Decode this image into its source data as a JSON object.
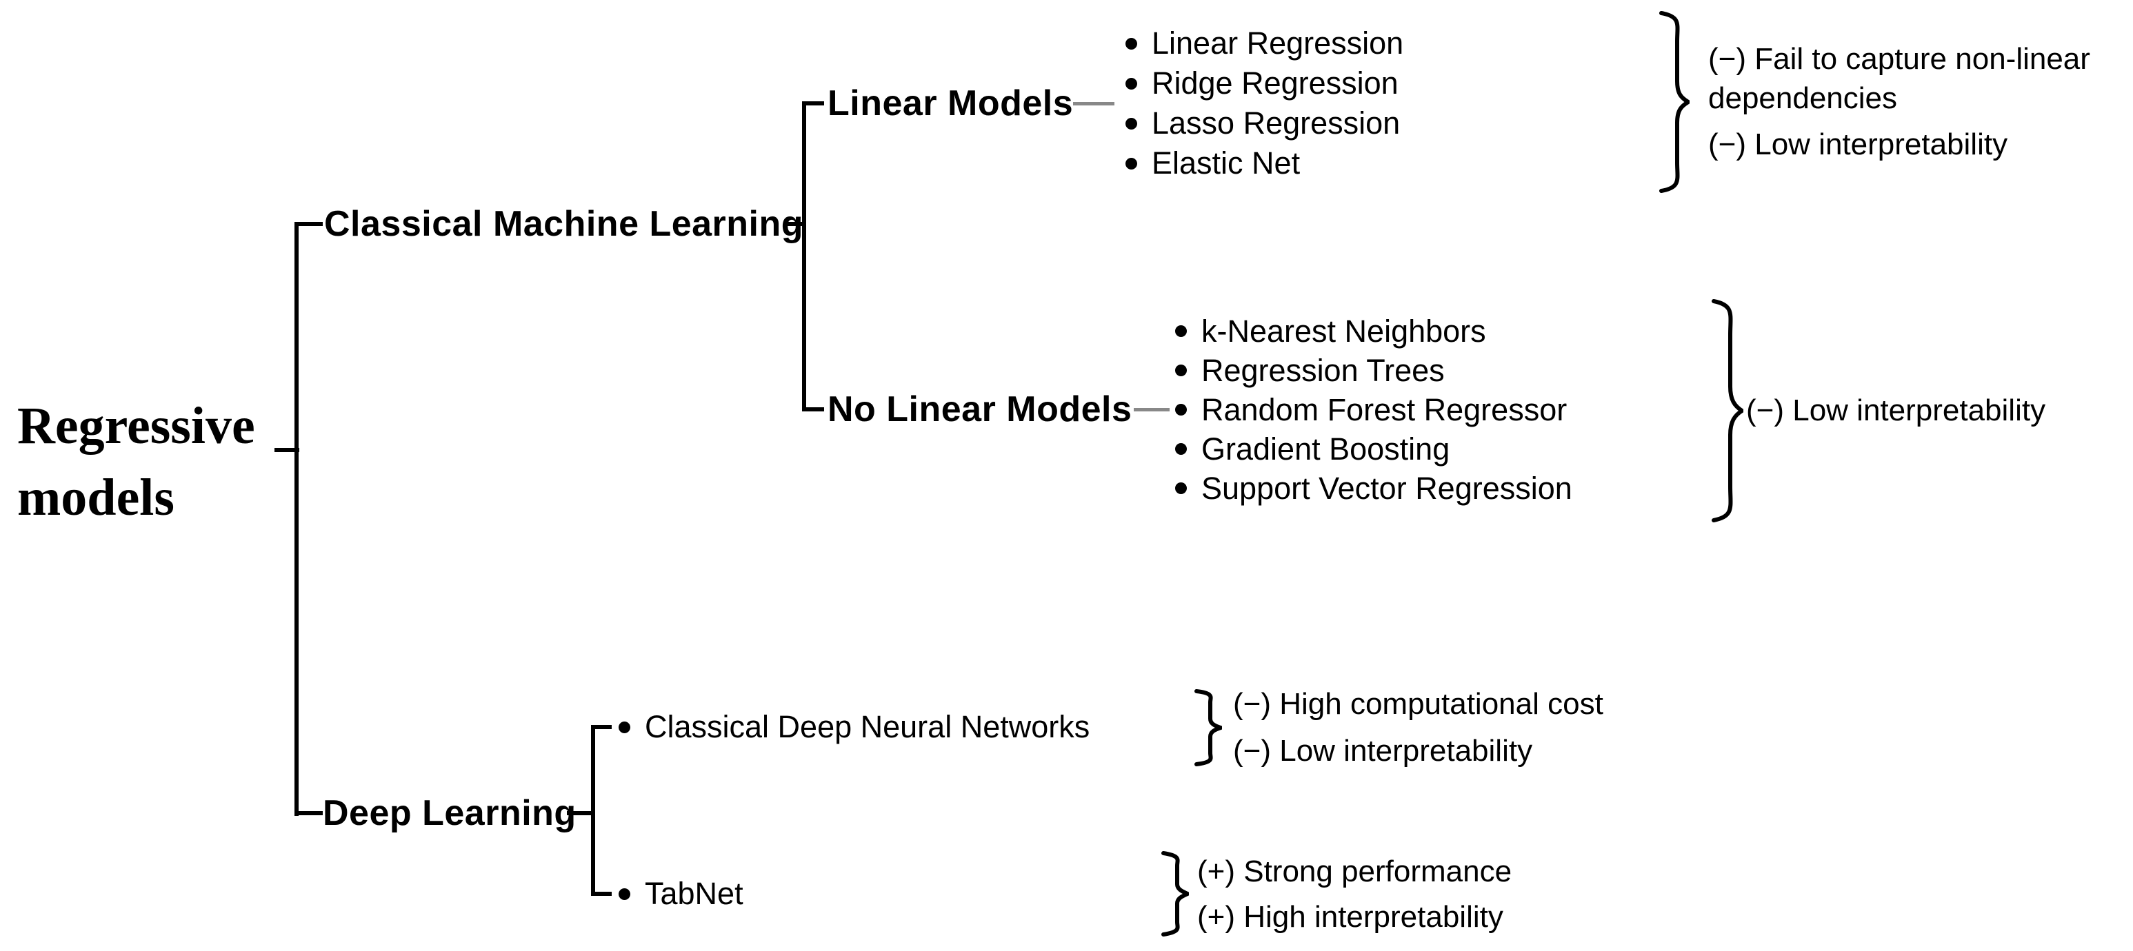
{
  "root": {
    "line1": "Regressive",
    "line2": "models"
  },
  "colors": {
    "tree_line": "#000000",
    "label_connector_dash": "#888888",
    "text": "#000000",
    "background": "#ffffff"
  },
  "classical": {
    "label": "Classical Machine Learning",
    "linear": {
      "label": "Linear Models",
      "items": [
        "Linear Regression",
        "Ridge Regression",
        "Lasso Regression",
        "Elastic Net"
      ],
      "notes": [
        "(−) Fail to capture non-linear dependencies",
        "(−) Low interpretability"
      ]
    },
    "nonlinear": {
      "label": "No Linear Models",
      "items": [
        "k-Nearest Neighbors",
        "Regression Trees",
        "Random Forest Regressor",
        "Gradient Boosting",
        "Support Vector Regression"
      ],
      "notes": [
        "(−) Low interpretability"
      ]
    }
  },
  "deep": {
    "label": "Deep Learning",
    "cdnn": {
      "label": "Classical Deep Neural Networks",
      "notes": [
        "(−) High computational cost",
        "(−) Low interpretability"
      ]
    },
    "tabnet": {
      "label": "TabNet",
      "notes": [
        "(+) Strong performance",
        "(+) High interpretability"
      ]
    }
  }
}
